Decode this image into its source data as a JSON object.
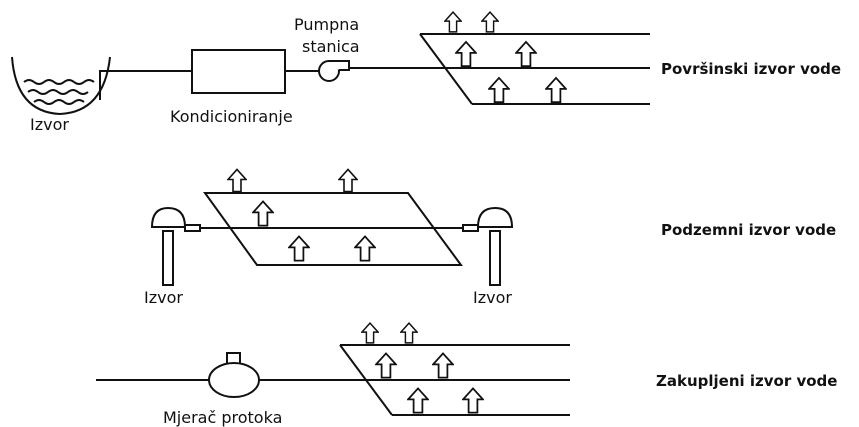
{
  "labels": {
    "source": "Izvor",
    "conditioning": "Kondicioniranje",
    "pump_station_line1": "Pumpna",
    "pump_station_line2": "stanica",
    "surface_title": "Površinski izvor vode",
    "ground_title": "Podzemni izvor vode",
    "well_left": "Izvor",
    "well_right": "Izvor",
    "flow_meter": "Mjerač protoka",
    "leased_title": "Zakupljeni izvor vode"
  }
}
